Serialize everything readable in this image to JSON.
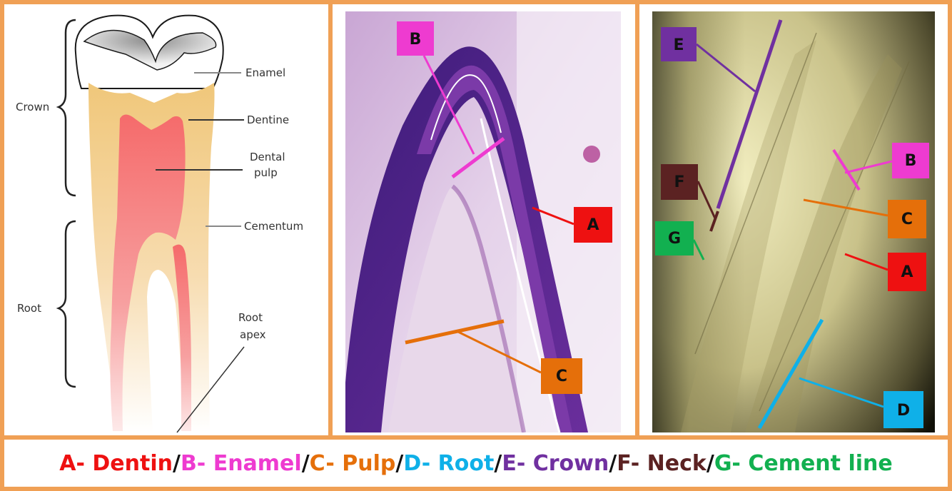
{
  "diagram_panel": {
    "labels": {
      "enamel": "Enamel",
      "dentine": "Dentine",
      "dental_pulp_1": "Dental",
      "dental_pulp_2": "pulp",
      "cementum": "Cementum",
      "crown": "Crown",
      "root": "Root",
      "root_apex_1": "Root",
      "root_apex_2": "apex"
    }
  },
  "histology_panel": {
    "markers": [
      {
        "letter": "B",
        "color": "#ee3bd0"
      },
      {
        "letter": "A",
        "color": "#ee1111"
      },
      {
        "letter": "C",
        "color": "#e56f0a"
      }
    ]
  },
  "ground_section_panel": {
    "markers": [
      {
        "letter": "E",
        "color": "#7030a0"
      },
      {
        "letter": "F",
        "color": "#5b2222"
      },
      {
        "letter": "G",
        "color": "#12b050"
      },
      {
        "letter": "B",
        "color": "#ee3bd0"
      },
      {
        "letter": "C",
        "color": "#e56f0a"
      },
      {
        "letter": "A",
        "color": "#ee1111"
      },
      {
        "letter": "D",
        "color": "#0fb0e8"
      }
    ]
  },
  "legend": {
    "items": [
      {
        "text": "A- Dentin",
        "color": "#ee1111"
      },
      {
        "text": "B- Enamel",
        "color": "#ee3bd0"
      },
      {
        "text": "C- Pulp",
        "color": "#e56f0a"
      },
      {
        "text": "D- Root",
        "color": "#0fb0e8"
      },
      {
        "text": "E- Crown",
        "color": "#7030a0"
      },
      {
        "text": "F- Neck",
        "color": "#5b2222"
      },
      {
        "text": "G- Cement line",
        "color": "#12b050"
      }
    ],
    "separator": "/ "
  }
}
